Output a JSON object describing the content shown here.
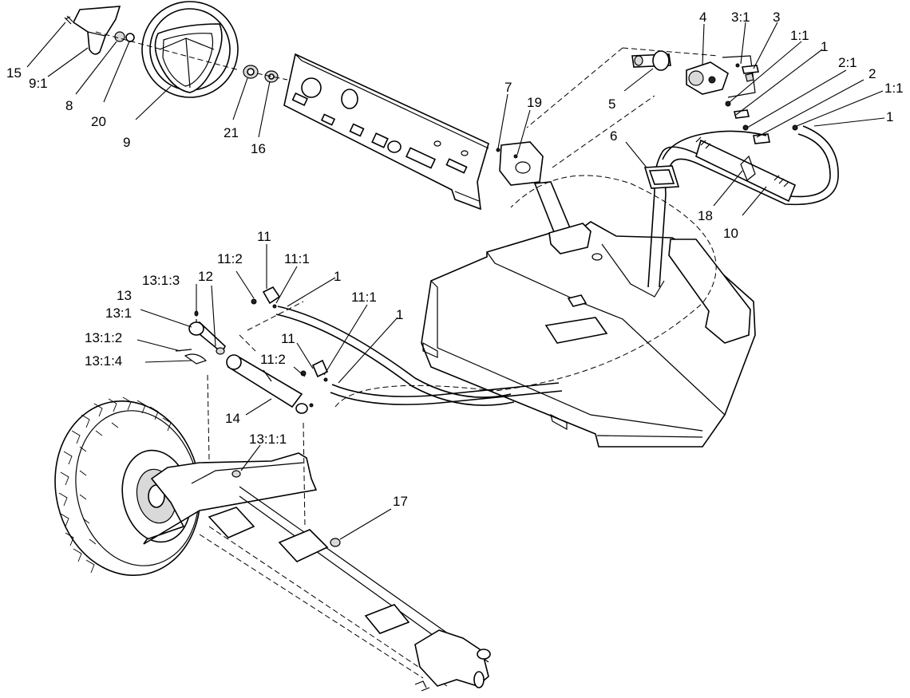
{
  "callouts": {
    "c15": "15",
    "c9_1": "9:1",
    "c8": "8",
    "c20": "20",
    "c9": "9",
    "c21": "21",
    "c16": "16",
    "c7": "7",
    "c19": "19",
    "c4": "4",
    "c3_1": "3:1",
    "c3": "3",
    "c1_1_a": "1:1",
    "c1_a": "1",
    "c2_1": "2:1",
    "c2": "2",
    "c1_1_b": "1:1",
    "c1_b": "1",
    "c5": "5",
    "c6": "6",
    "c18": "18",
    "c10": "10",
    "c11_a": "11",
    "c11_2_a": "11:2",
    "c11_1_a": "11:1",
    "c1_c": "1",
    "c13_1_3": "13:1:3",
    "c12": "12",
    "c13": "13",
    "c13_1": "13:1",
    "c13_1_2": "13:1:2",
    "c13_1_4": "13:1:4",
    "c11_1_b": "11:1",
    "c1_d": "1",
    "c11_b": "11",
    "c11_2_b": "11:2",
    "c14": "14",
    "c13_1_1": "13:1:1",
    "c17": "17"
  }
}
